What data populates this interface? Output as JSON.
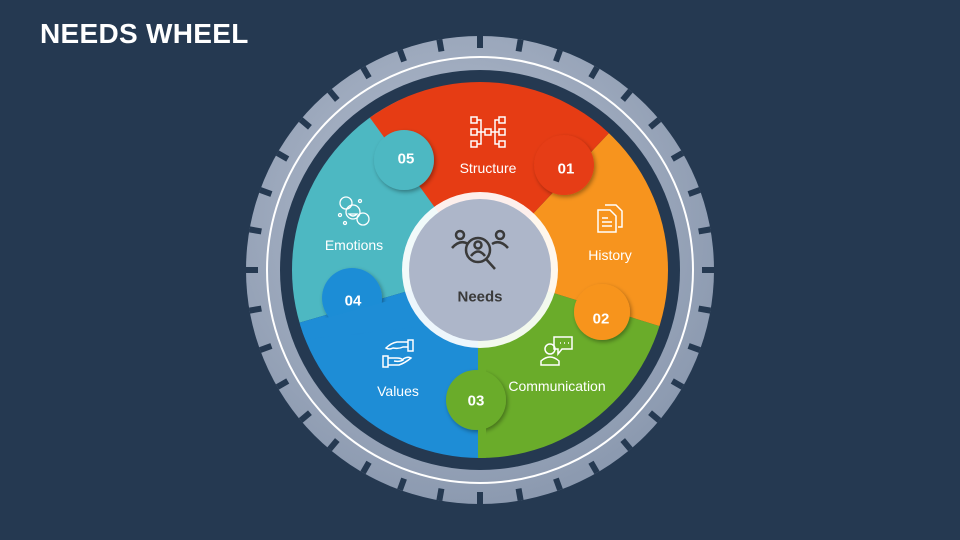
{
  "title": "NEEDS WHEEL",
  "center": {
    "label": "Needs",
    "icon": "people-search-icon",
    "color": "#adb6c9"
  },
  "segments": [
    {
      "number": "01",
      "label": "Structure",
      "icon": "org-chart-icon",
      "color": "#e63c14"
    },
    {
      "number": "02",
      "label": "History",
      "icon": "documents-icon",
      "color": "#f7941e"
    },
    {
      "number": "03",
      "label": "Communication",
      "icon": "person-chat-icon",
      "color": "#6aac2a"
    },
    {
      "number": "04",
      "label": "Values",
      "icon": "hands-icon",
      "color": "#1e8dd6"
    },
    {
      "number": "05",
      "label": "Emotions",
      "icon": "smiley-faces-icon",
      "color": "#4db8c2"
    }
  ],
  "colors": {
    "background": "#253951",
    "ring": "#a6b1c4",
    "ring_dark": "#253951"
  }
}
